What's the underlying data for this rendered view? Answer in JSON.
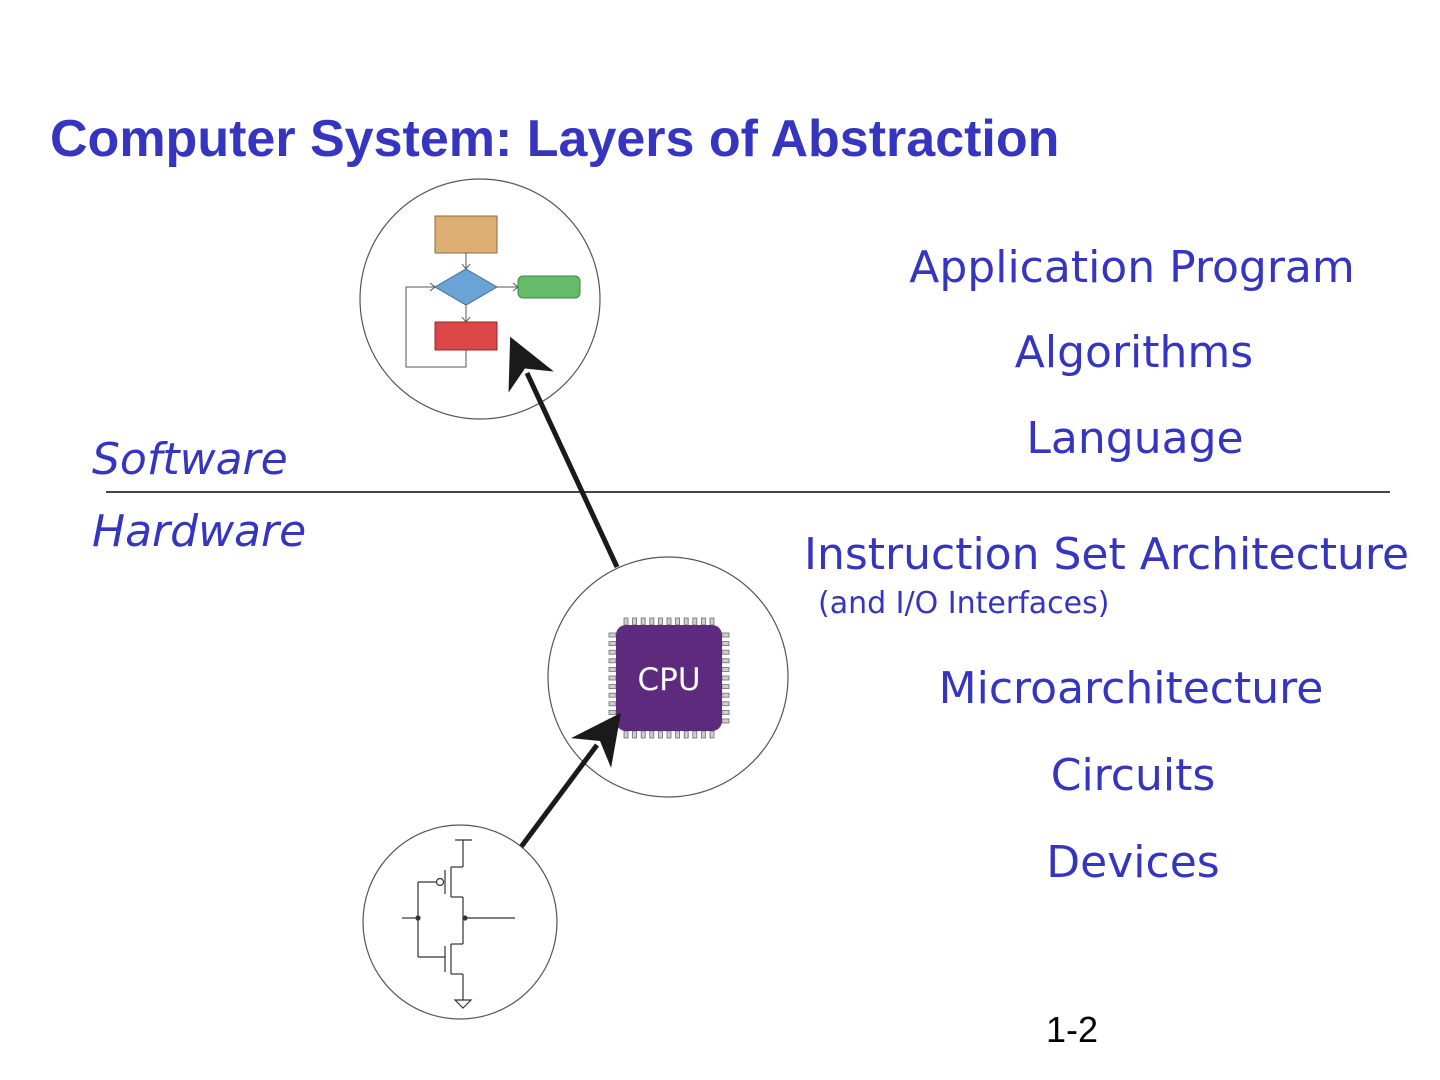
{
  "slide": {
    "title": "Computer System: Layers of Abstraction",
    "page_number": "1-2"
  },
  "boundary": {
    "software_label": "Software",
    "hardware_label": "Hardware"
  },
  "layers": {
    "application_program": "Application Program",
    "algorithms": "Algorithms",
    "language": "Language",
    "isa": "Instruction Set Architecture",
    "isa_note": "(and I/O Interfaces)",
    "microarchitecture": "Microarchitecture",
    "circuits": "Circuits",
    "devices": "Devices"
  },
  "icons": {
    "top": "flowchart-icon",
    "middle": "cpu-chip-icon",
    "bottom": "transistor-circuit-icon",
    "cpu_chip_label": "CPU"
  },
  "colors": {
    "text": "#3535c0",
    "cpu": "#5e2a7e",
    "flow_process": "#deaf74",
    "flow_decision": "#6aa3d5",
    "flow_terminal": "#66bb6a",
    "flow_end": "#dc4646"
  }
}
